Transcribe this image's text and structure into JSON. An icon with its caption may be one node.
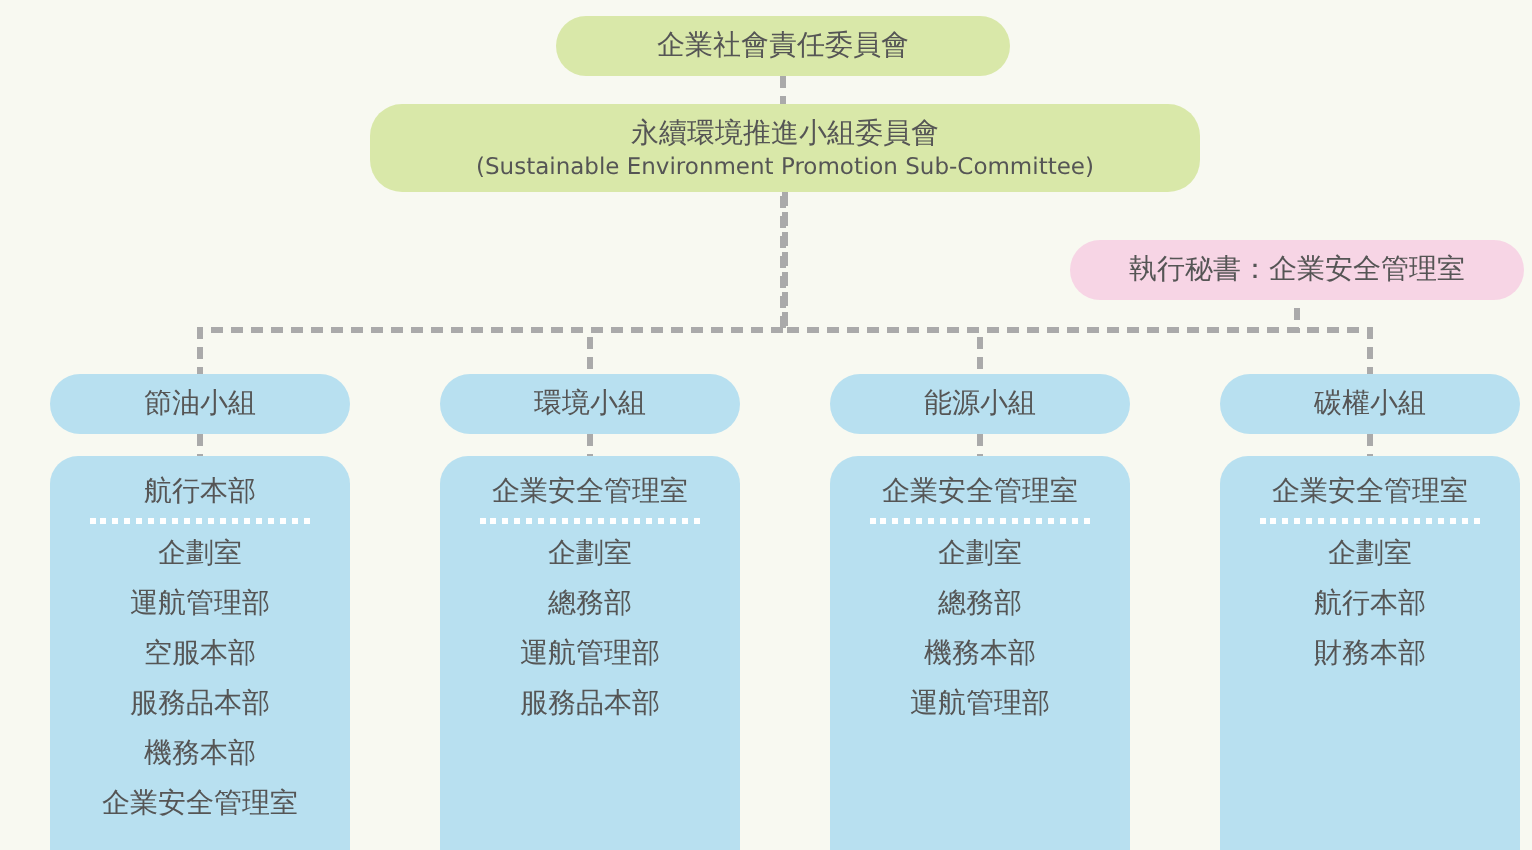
{
  "diagram": {
    "nodes": [
      {
        "text": [
          "企業社會責任委員會"
        ]
      },
      {
        "text": [
          "永續環境推進小組委員會",
          "(Sustainable Environment Promotion Sub-Committee)"
        ]
      },
      {
        "text": [
          "執行秘書：企業安全管理室"
        ]
      },
      {
        "text": [
          "節油小組"
        ]
      },
      {
        "text": [
          "環境小組"
        ]
      },
      {
        "text": [
          "能源小組"
        ]
      },
      {
        "text": [
          "碳權小組"
        ]
      },
      {
        "text": [
          "航行本部",
          "企劃室",
          "運航管理部",
          "空服本部",
          "服務品本部",
          "機務本部",
          "企業安全管理室"
        ]
      },
      {
        "text": [
          "企業安全管理室",
          "企劃室",
          "總務部",
          "運航管理部",
          "服務品本部"
        ]
      },
      {
        "text": [
          "企業安全管理室",
          "企劃室",
          "總務部",
          "機務本部",
          "運航管理部"
        ]
      },
      {
        "text": [
          "企業安全管理室",
          "企劃室",
          "航行本部",
          "財務本部"
        ]
      }
    ],
    "edges": [
      {
        "from": 0,
        "to": 1,
        "arrow": "none",
        "style": "dashed"
      },
      {
        "from": 1,
        "to": 2,
        "arrow": "none",
        "style": "dashed"
      },
      {
        "from": 1,
        "to": 3,
        "arrow": "none",
        "style": "dashed"
      },
      {
        "from": 1,
        "to": 4,
        "arrow": "none",
        "style": "dashed"
      },
      {
        "from": 1,
        "to": 5,
        "arrow": "none",
        "style": "dashed"
      },
      {
        "from": 1,
        "to": 6,
        "arrow": "none",
        "style": "dashed"
      },
      {
        "from": 3,
        "to": 7,
        "arrow": "none",
        "style": "dashed"
      },
      {
        "from": 4,
        "to": 8,
        "arrow": "none",
        "style": "dashed"
      },
      {
        "from": 5,
        "to": 9,
        "arrow": "none",
        "style": "dashed"
      },
      {
        "from": 6,
        "to": 10,
        "arrow": "none",
        "style": "dashed"
      }
    ]
  }
}
